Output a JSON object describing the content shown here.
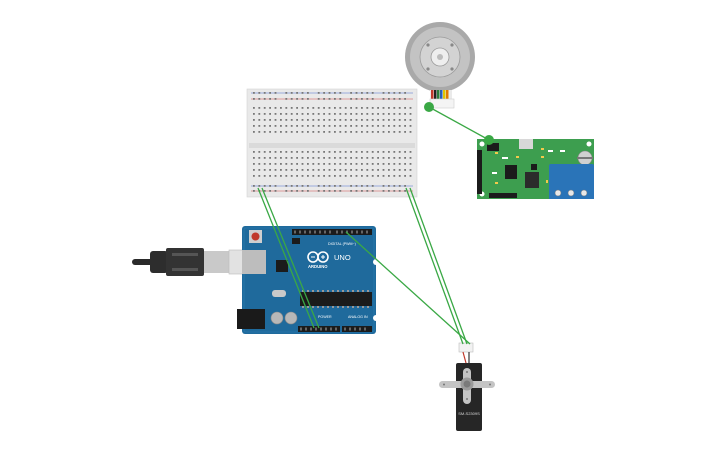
{
  "arduino": {
    "brand": "ARDUINO",
    "model": "UNO",
    "digital_label": "DIGITAL (PWM~)",
    "power_label": "POWER",
    "analog_label": "ANALOG IN"
  },
  "servo": {
    "model": "SM-S2309S"
  },
  "colors": {
    "wire": "#3aa845",
    "board_blue": "#1f6a9c",
    "breadboard": "#e9e9e9",
    "driver_green": "#3d9e4f",
    "terminal_blue": "#2a74b8"
  }
}
